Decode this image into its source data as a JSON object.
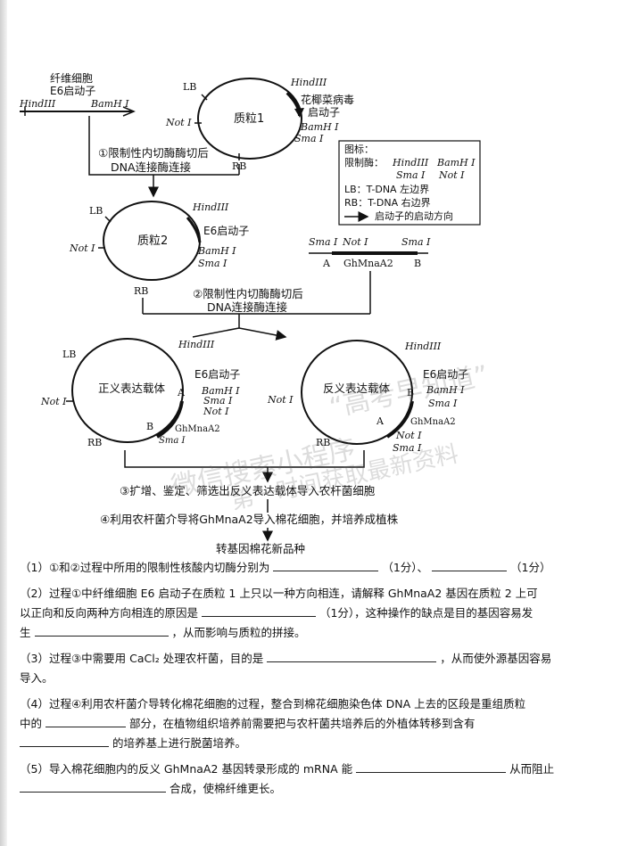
{
  "diagram": {
    "top": {
      "promoter_label_line1": "纤维细胞",
      "promoter_label_line2": "E6启动子",
      "hind": "HindIII",
      "bam": "BamH I",
      "plasmid1": "质粒1",
      "lb": "LB",
      "rb": "RB",
      "noti": "Not I",
      "cauli1": "花椰菜病毒",
      "cauli2": "启动子",
      "smai": "Sma I"
    },
    "step1_line1": "①限制性内切酶酶切后",
    "step1_line2": "DNA连接酶连接",
    "legend": {
      "title": "图标：",
      "enzyme_label": "限制酶：",
      "hind": "HindIII",
      "bam": "BamH I",
      "sma": "Sma I",
      "not": "Not I",
      "lb_line": "LB：T-DNA 左边界",
      "rb_line": "RB：T-DNA 右边界",
      "arrow_line": "启动子的启动方向"
    },
    "plasmid2": {
      "name": "质粒2",
      "lb": "LB",
      "rb": "RB",
      "hind": "HindIII",
      "e6": "E6启动子",
      "bam": "BamH I",
      "sma": "Sma I",
      "noti": "Not I"
    },
    "gene": {
      "sma_left": "Sma I",
      "not": "Not I",
      "sma_right": "Sma I",
      "a": "A",
      "name": "GhMnaA2",
      "b": "B"
    },
    "step2_line1": "②限制性内切酶酶切后",
    "step2_line2": "DNA连接酶连接",
    "sense": {
      "name": "正义表达载体",
      "lb": "LB",
      "rb": "RB",
      "hind": "HindIII",
      "e6": "E6启动子",
      "bam": "BamH I",
      "sma": "Sma I",
      "not_right": "Not I",
      "not_left": "Not I",
      "a": "A",
      "b": "B",
      "gene": "GhMnaA2",
      "sma_bottom": "Sma I"
    },
    "antisense": {
      "name": "反义表达载体",
      "hind": "HindIII",
      "e6": "E6启动子",
      "bam": "BamH I",
      "sma": "Sma I",
      "b": "B",
      "a": "A",
      "gene": "GhMnaA2",
      "not_bottom": "Not I",
      "sma_bottom": "Sma I",
      "not_left": "Not I",
      "rb": "RB"
    },
    "step3": "③扩增、鉴定、筛选出反义表达载体导入农杆菌细胞",
    "step4": "④利用农杆菌介导将GhMnaA2导入棉花细胞，并培养成植株",
    "final": "转基因棉花新品种",
    "watermark1": "微信搜索小程序",
    "watermark2": "“高考早知道”",
    "watermark3": "第一时间获取最新资料"
  },
  "questions": {
    "q1_a": "（1）①和②过程中所用的限制性核酸内切酶分别为",
    "q1_b": "（1分）、",
    "q1_c": "（1分）",
    "q2_line1": "（2）过程①中纤维细胞 E6 启动子在质粒 1 上只以一种方向相连，请解释 GhMnaA2 基因在质粒 2 上可",
    "q2_line2a": "以正向和反向两种方向相连的原因是",
    "q2_line2b": "（1分），这种操作的缺点是目的基因容易发",
    "q2_line3a": "生",
    "q2_line3b": "，从而影响与质粒的拼接。",
    "q3_line1a": "（3）过程③中需要用 CaCl₂ 处理农杆菌，目的是",
    "q3_line1b": "，从而使外源基因容易",
    "q3_line2": "导入。",
    "q4_line1": "（4）过程④利用农杆菌介导转化棉花细胞的过程，整合到棉花细胞染色体 DNA 上去的区段是重组质粒",
    "q4_line2a": "中的",
    "q4_line2b": "部分，在植物组织培养前需要把与农杆菌共培养后的外植体转移到含有",
    "q4_line3": "的培养基上进行脱菌培养。",
    "q5_line1a": "（5）导入棉花细胞内的反义 GhMnaA2 基因转录形成的 mRNA 能",
    "q5_line1b": "从而阻止",
    "q5_line2": "合成，使棉纤维更长。"
  }
}
